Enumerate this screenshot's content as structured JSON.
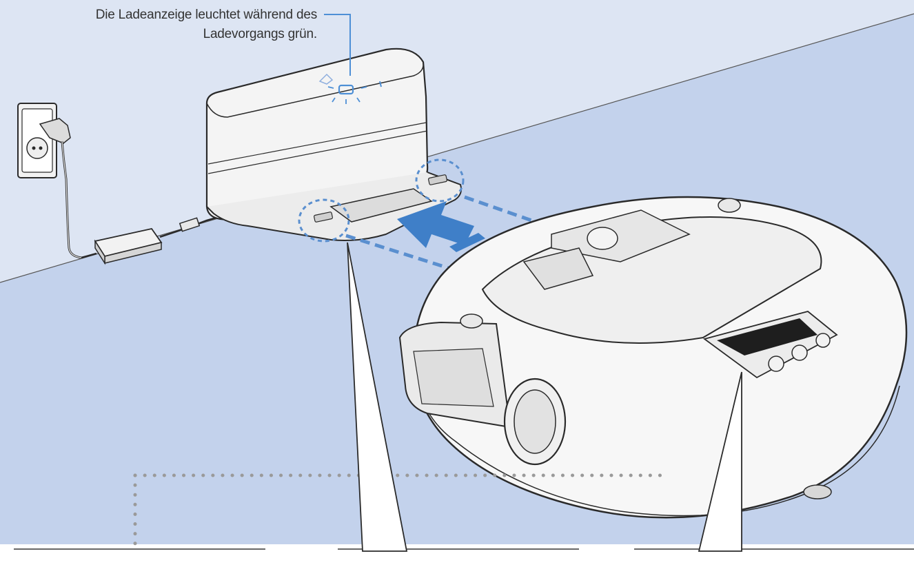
{
  "caption": {
    "line1": "Die Ladeanzeige leuchtet während des",
    "line2": "Ladevorgangs grün."
  },
  "colors": {
    "wall": "#dde5f3",
    "floor": "#c3d2ec",
    "bottom_band": "#ffffff",
    "outline": "#2a2a2a",
    "device_fill": "#f4f4f4",
    "indicator_blue": "#4d8fd6",
    "dotted_blue": "#5a8fcf",
    "arrow_blue": "#3f7fc8",
    "dotted_gray": "#9a9a9a"
  },
  "parts": {
    "wall_socket": "socket-icon",
    "adapter": "power-adapter",
    "station": "charging-station",
    "robot": "robot-vacuum",
    "display": "robot-display",
    "arrow": "docking-arrow"
  }
}
